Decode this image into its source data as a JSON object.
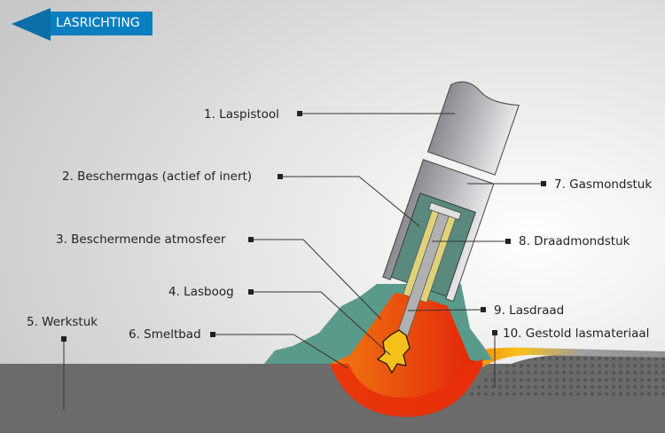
{
  "direction_label": "LASRICHTING",
  "labels": [
    "1. Laspistool",
    "2. Beschermgas (actief of inert)",
    "3. Beschermende atmosfeer",
    "4. Lasboog",
    "5. Werkstuk",
    "6. Smeltbad",
    "7. Gasmondstuk",
    "8. Draadmondstuk",
    "9. Lasdraad",
    "10. Gestold lasmateriaal"
  ],
  "colors": {
    "arrow": "#0a6ea8",
    "gas": "#5a9a8a",
    "pool": "#e8300a",
    "arc": "#f7c01a",
    "workpiece": "#6b6b6b"
  }
}
